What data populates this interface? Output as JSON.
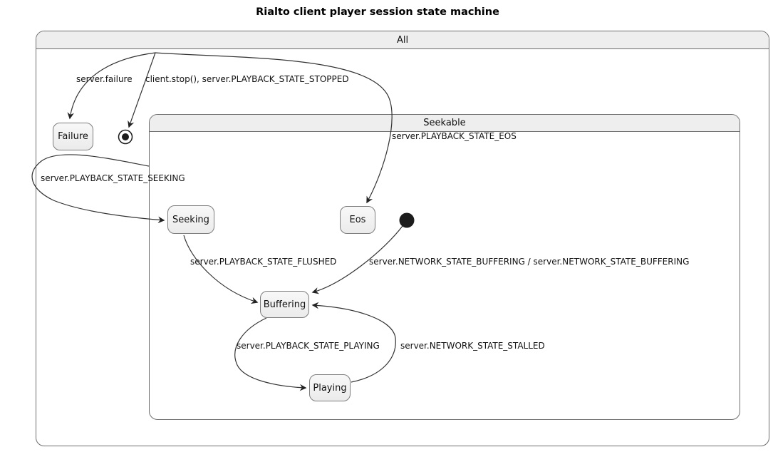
{
  "title": "Rialto client player session state machine",
  "containers": {
    "all_label": "All",
    "seekable_label": "Seekable"
  },
  "states": {
    "failure": "Failure",
    "seeking": "Seeking",
    "eos": "Eos",
    "buffering": "Buffering",
    "playing": "Playing"
  },
  "transitions": {
    "to_failure": "server.failure",
    "to_final": "client.stop(), server.PLAYBACK_STATE_STOPPED",
    "to_eos": "server.PLAYBACK_STATE_EOS",
    "to_seeking": "server.PLAYBACK_STATE_SEEKING",
    "to_buffering_from_seeking": "server.PLAYBACK_STATE_FLUSHED",
    "to_buffering_initial": "server.NETWORK_STATE_BUFFERING / server.NETWORK_STATE_BUFFERING",
    "to_playing": "server.PLAYBACK_STATE_PLAYING",
    "to_buffering_from_playing": "server.NETWORK_STATE_STALLED"
  },
  "icons": {
    "initial_state": "initial-state-dot",
    "final_state": "final-state-target"
  },
  "colors": {
    "state_fill": "#f0f0f0",
    "state_border": "#7d7d7d",
    "container_border": "#6e6e6e",
    "header_fill": "#eeeeee",
    "line": "#333333",
    "text": "#111111",
    "background": "#ffffff"
  }
}
